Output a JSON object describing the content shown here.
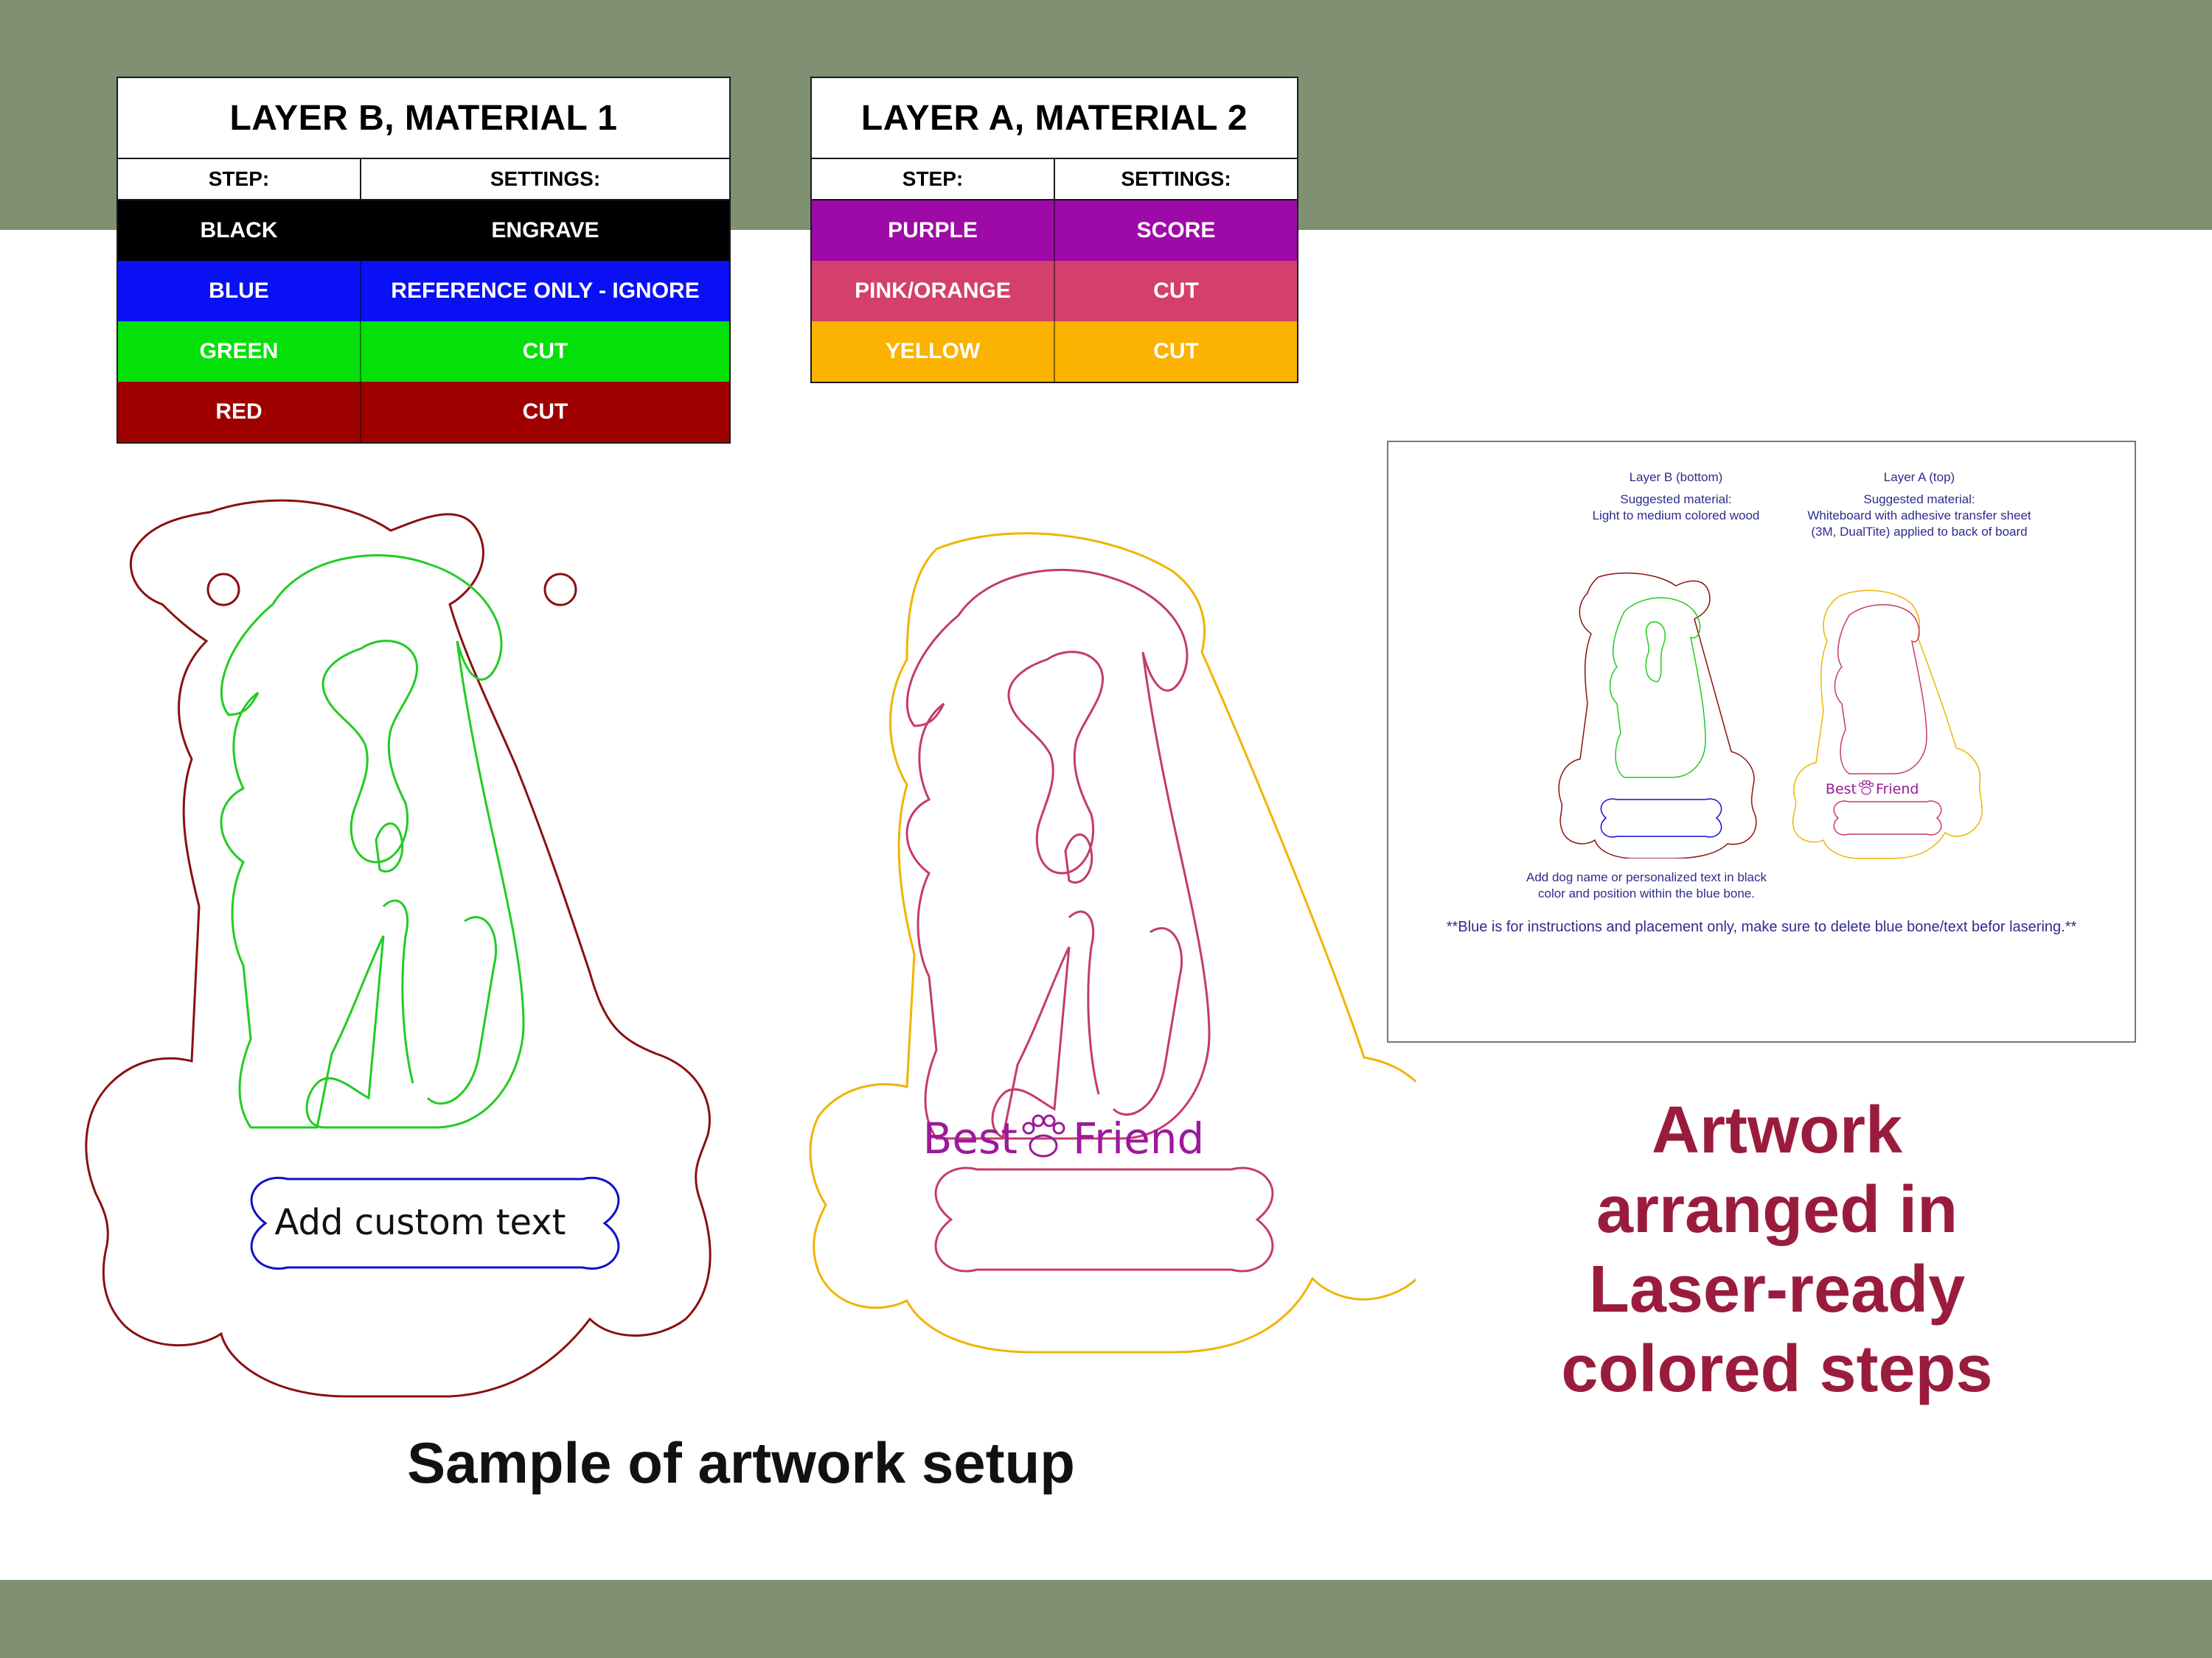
{
  "legend_b": {
    "title": "LAYER B, MATERIAL 1",
    "step_header": "STEP:",
    "settings_header": "SETTINGS:",
    "rows": [
      {
        "step": "BLACK",
        "setting": "ENGRAVE",
        "color": "#000000"
      },
      {
        "step": "BLUE",
        "setting": "REFERENCE ONLY - IGNORE",
        "color": "#0a10f5"
      },
      {
        "step": "GREEN",
        "setting": "CUT",
        "color": "#05e00a"
      },
      {
        "step": "RED",
        "setting": "CUT",
        "color": "#9e0000"
      }
    ]
  },
  "legend_a": {
    "title": "LAYER A, MATERIAL 2",
    "step_header": "STEP:",
    "settings_header": "SETTINGS:",
    "rows": [
      {
        "step": "PURPLE",
        "setting": "SCORE",
        "color": "#9e0aa8"
      },
      {
        "step": "PINK/ORANGE",
        "setting": "CUT",
        "color": "#d4406b"
      },
      {
        "step": "YELLOW",
        "setting": "CUT",
        "color": "#fbb200"
      }
    ]
  },
  "artwork": {
    "custom_text": "Add custom text",
    "best": "Best",
    "friend": "Friend",
    "caption": "Sample of artwork setup"
  },
  "instructions": {
    "layer_b_title": "Layer B (bottom)",
    "layer_b_line1": "Suggested material:",
    "layer_b_line2": "Light to medium colored wood",
    "layer_a_title": "Layer A (top)",
    "layer_a_line1": "Suggested material:",
    "layer_a_line2": "Whiteboard with adhesive transfer sheet",
    "layer_a_line3": "(3M, DualTite) applied to back of board",
    "note_line1": "Add dog name or personalized text in black",
    "note_line2": "color and position within the blue bone.",
    "warning": "**Blue is for instructions and placement only, make sure to delete blue bone/text befor lasering.**",
    "best": "Best",
    "friend": "Friend"
  },
  "headline": {
    "line1": "Artwork",
    "line2": "arranged in",
    "line3": "Laser-ready",
    "line4": "colored steps"
  },
  "colors": {
    "band": "#7f9172",
    "accent": "#9a1c3c",
    "red_cut": "#8b1010",
    "green_cut": "#22cc22",
    "blue_ref": "#1111cc",
    "pink_cut": "#c43b6b",
    "yellow_cut": "#f0b400",
    "purple_score": "#9b1a9b"
  }
}
